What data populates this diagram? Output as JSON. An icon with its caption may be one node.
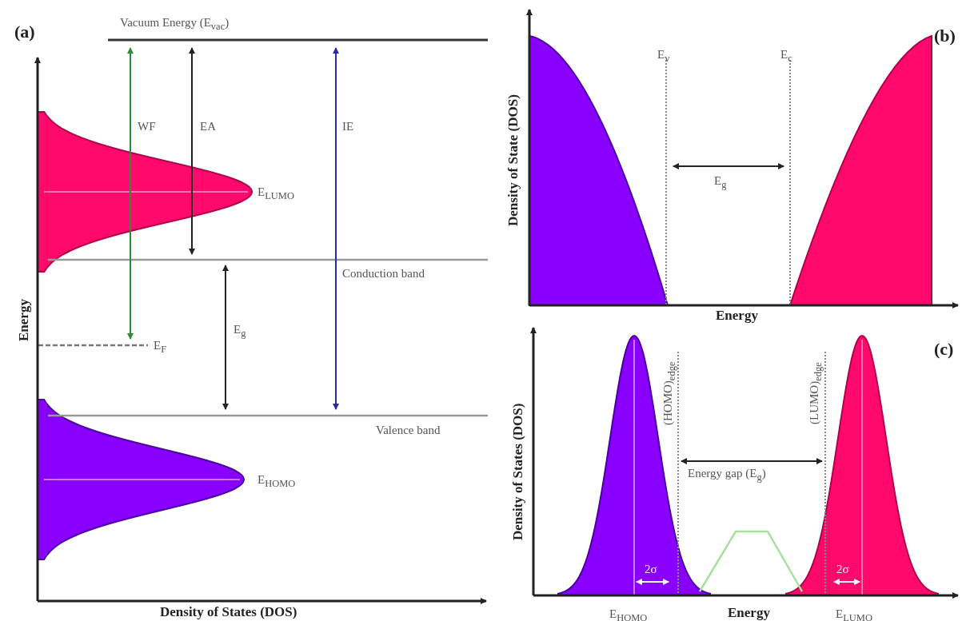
{
  "diagram": {
    "labels": [
      "(a)",
      "Vacuum Energy (E$_{vac}$)",
      "(b)",
      "E$_{v}$",
      "E$_{c}$",
      "WF",
      "EA",
      "IE",
      "E$_{g}$",
      "E$_{LUMO}$",
      "Conduction band",
      "E$_{g}$",
      "E$_{F}$",
      "Energy",
      "Energy",
      "Density of State (DOS)",
      "(c)",
      "Valence band",
      "(HOMO)$_{edge}$",
      "(LUMO)$_{edge}$",
      "E$_{HOMO}$",
      "Energy gap (E$_{g}$)",
      "Density of States (DOS)",
      "2σ",
      "2σ",
      "Density of States (DOS)",
      "E$_{HOMO}$",
      "Energy",
      "E$_{LUMO}$"
    ]
  }
}
